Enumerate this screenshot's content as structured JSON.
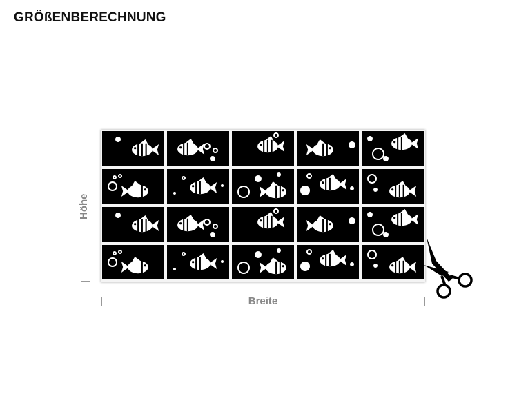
{
  "title": "GRÖßENBERECHNUNG",
  "dimensions": {
    "height_label": "Höhe",
    "width_label": "Breite"
  },
  "product": {
    "rows": 4,
    "columns": 5,
    "tile_color": "#000000",
    "motif_color": "#ffffff",
    "icons": [
      "fish-icon",
      "bubble-icon",
      "scissors-icon"
    ]
  }
}
